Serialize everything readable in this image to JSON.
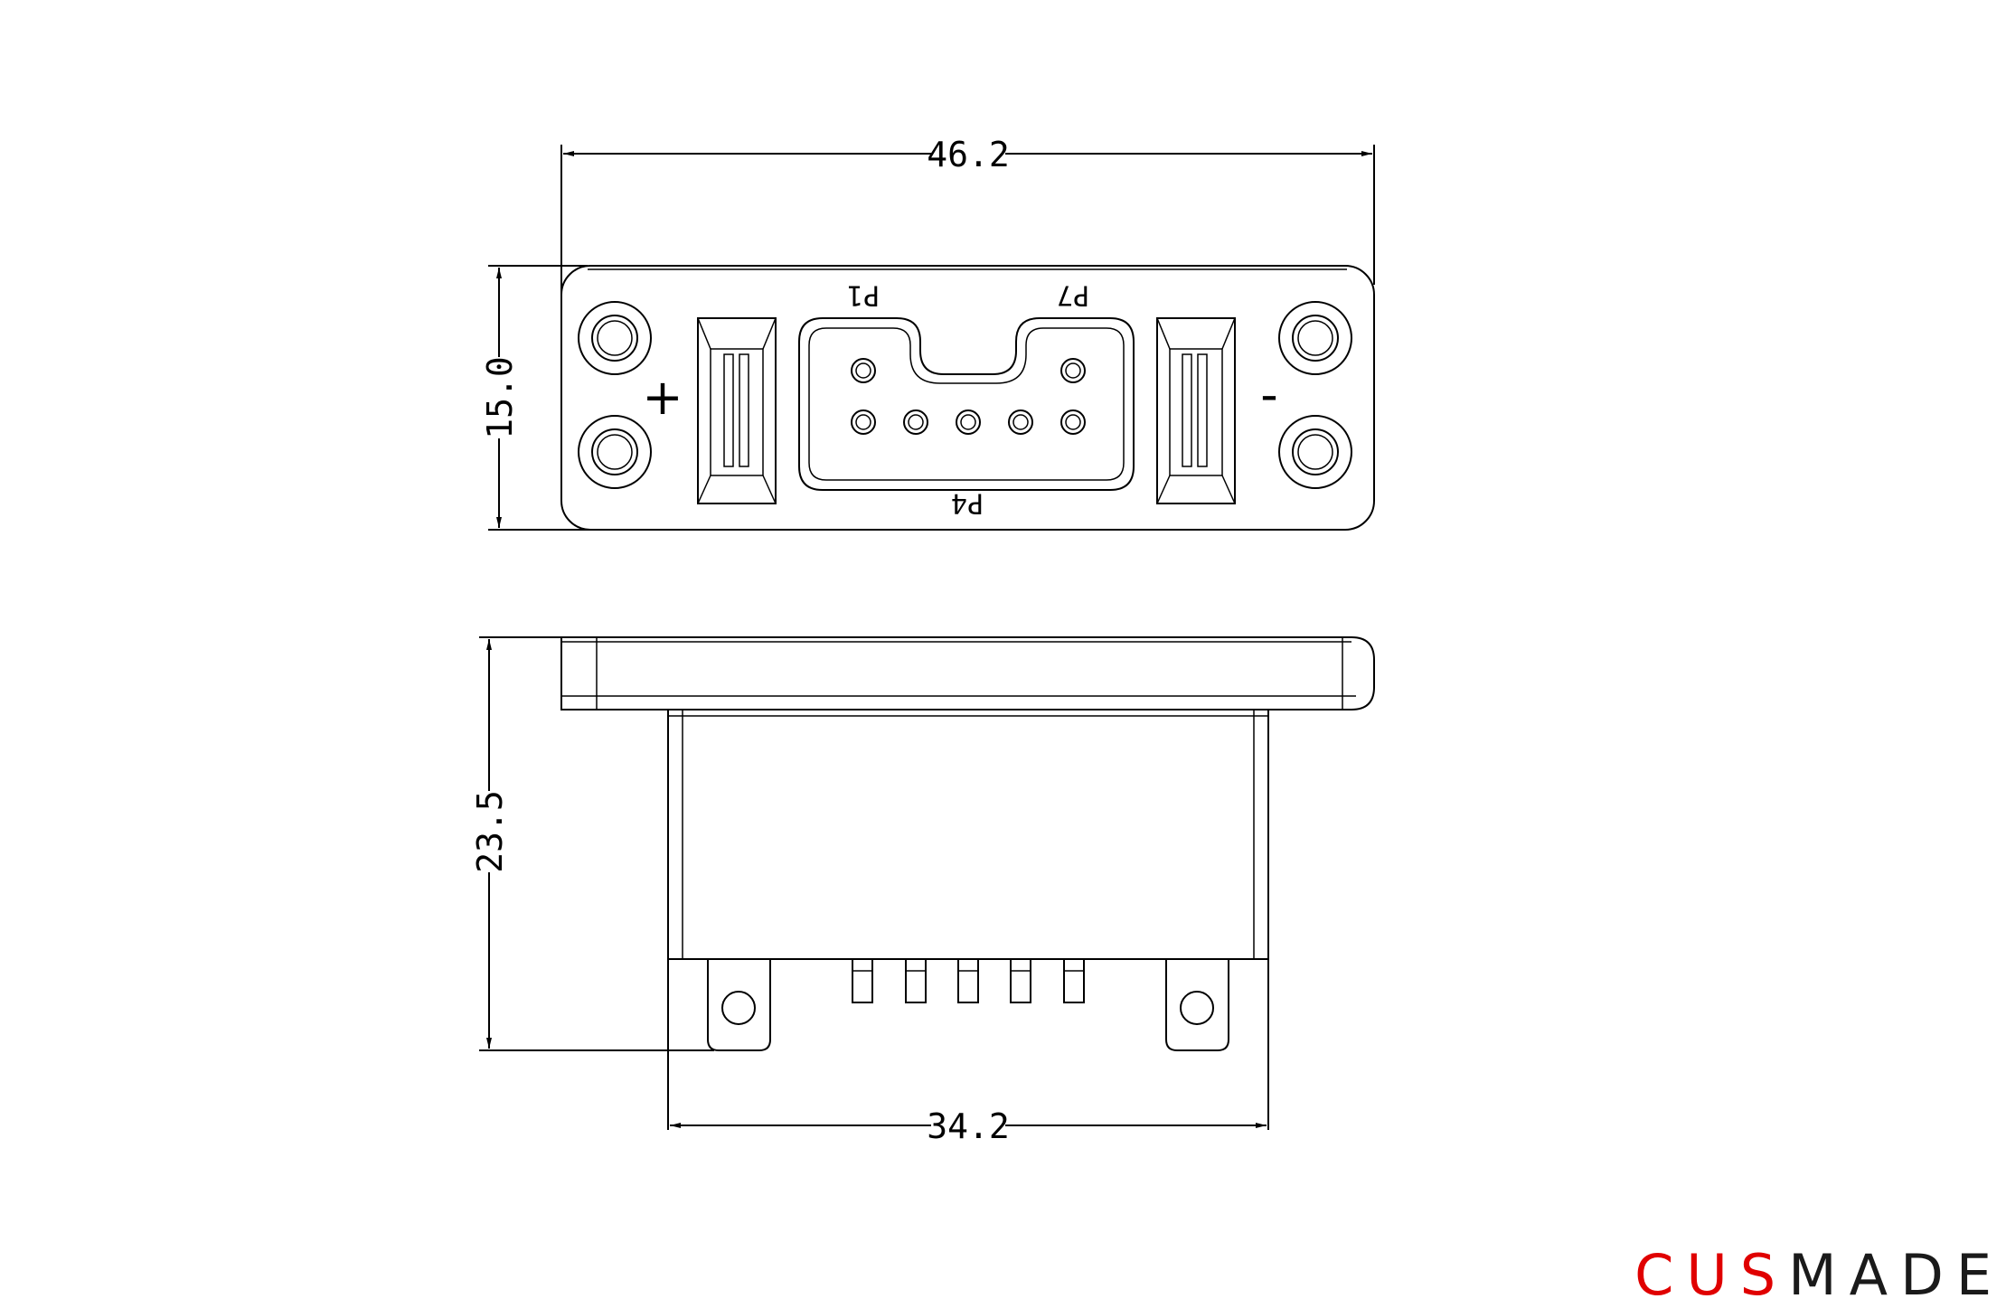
{
  "dimensions": {
    "overall_width": "46.2",
    "height": "15.0",
    "depth": "23.5",
    "body_width": "34.2"
  },
  "pin_labels": {
    "p1": "P1",
    "p7": "P7",
    "p4": "P4"
  },
  "polarity": {
    "positive": "+",
    "negative": "-"
  },
  "brand": {
    "part1": "CUS",
    "part2": "MADE",
    "color_part1": "#e00000",
    "color_part2": "#1a1a1a"
  }
}
